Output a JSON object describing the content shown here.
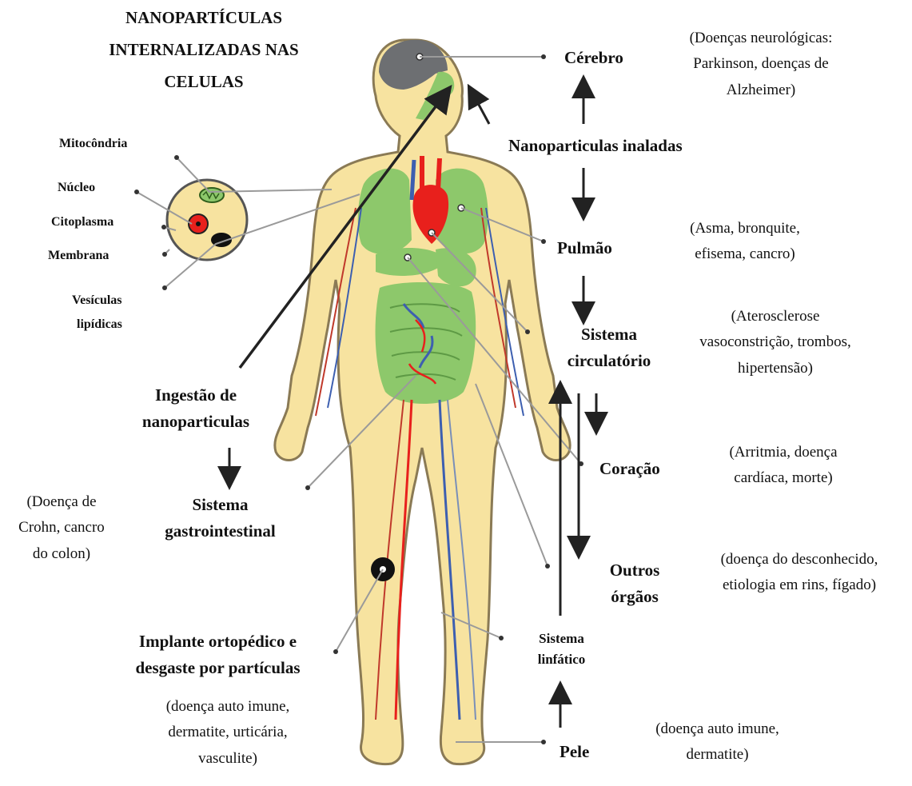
{
  "title": {
    "line1": "NANOPARTÍCULAS",
    "line2": "INTERNALIZADAS NAS",
    "line3": "CELULAS"
  },
  "cell_labels": {
    "mitocondria": "Mitocôndria",
    "nucleo": "Núcleo",
    "citoplasma": "Citoplasma",
    "membrana": "Membrana",
    "vesiculas_1": "Vesículas",
    "vesiculas_2": "lipídicas"
  },
  "cerebro": {
    "label": "Cérebro",
    "note_1": "(Doenças neurológicas:",
    "note_2": "Parkinson, doenças de",
    "note_3": "Alzheimer)"
  },
  "inaladas": {
    "label": "Nanoparticulas inaladas"
  },
  "pulmao": {
    "label": "Pulmão",
    "note_1": "(Asma, bronquite,",
    "note_2": "efisema, cancro)"
  },
  "circulatorio": {
    "label_1": "Sistema",
    "label_2": "circulatório",
    "note_1": "(Aterosclerose",
    "note_2": "vasoconstrição, trombos,",
    "note_3": "hipertensão)"
  },
  "coracao": {
    "label": "Coração",
    "note_1": "(Arritmia, doença",
    "note_2": "cardíaca, morte)"
  },
  "outros": {
    "label_1": "Outros",
    "label_2": "órgãos",
    "note_1": "(doença do desconhecido,",
    "note_2": "etiologia em rins, fígado)"
  },
  "linfatico": {
    "label_1": "Sistema",
    "label_2": "linfático"
  },
  "pele": {
    "label": "Pele",
    "note_1": "(doença auto imune,",
    "note_2": "dermatite)"
  },
  "ingestao": {
    "label_1": "Ingestão de",
    "label_2": "nanoparticulas"
  },
  "gastro": {
    "label_1": "Sistema",
    "label_2": "gastrointestinal",
    "note_1": "(Doença de",
    "note_2": "Crohn, cancro",
    "note_3": "do colon)"
  },
  "implante": {
    "label_1": "Implante ortopédico e",
    "label_2": "desgaste por partículas",
    "note_1": "(doença auto imune,",
    "note_2": "dermatite, urticária,",
    "note_3": "vasculite)"
  },
  "colors": {
    "skin": "#f7e3a0",
    "skin_outline": "#8a7a55",
    "organ_green": "#8dc86b",
    "brain_gray": "#6d6f72",
    "heart_red": "#e8201c",
    "vessel_blue": "#3d5fb0"
  }
}
